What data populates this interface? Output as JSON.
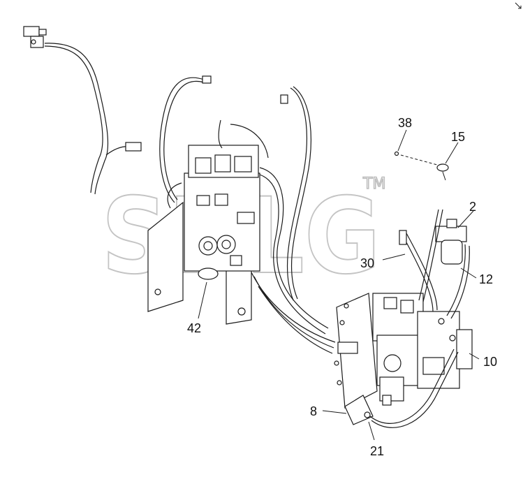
{
  "diagram": {
    "callouts": {
      "c38": "38",
      "c15": "15",
      "c2": "2",
      "c30": "30",
      "c12": "12",
      "c42": "42",
      "c10": "10",
      "c8": "8",
      "c21": "21"
    },
    "watermark": {
      "text": "SDLG",
      "trademark": "TM"
    }
  }
}
